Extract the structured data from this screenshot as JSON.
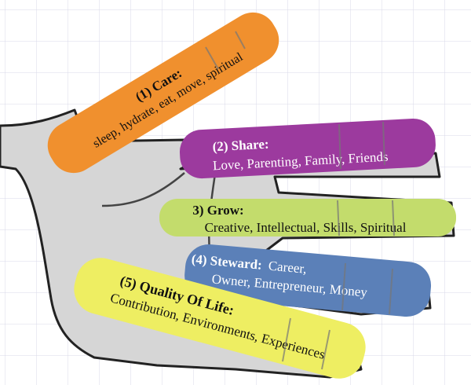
{
  "colors": {
    "care": "#f0902e",
    "share": "#9c3a9e",
    "grow": "#c3dc6c",
    "steward": "#5b80b8",
    "quality": "#eeee62",
    "hand": "#d6d6d6",
    "grid": "#d8d8e8"
  },
  "fingers": {
    "care": {
      "title": "(1) Care:",
      "text": "sleep, hydrate, eat, move, spiritual"
    },
    "share": {
      "title": "(2) Share:",
      "text": "Love, Parenting, Family, Friends"
    },
    "grow": {
      "title": "3) Grow:",
      "text": "Creative, Intellectual, Skills, Spiritual"
    },
    "steward": {
      "title": "(4) Steward:",
      "text_line1": "Career,",
      "text_line2": "Owner, Entrepreneur, Money"
    },
    "quality": {
      "title": "(5) Quality Of Life:",
      "text": "Contribution, Environments, Experiences"
    }
  }
}
